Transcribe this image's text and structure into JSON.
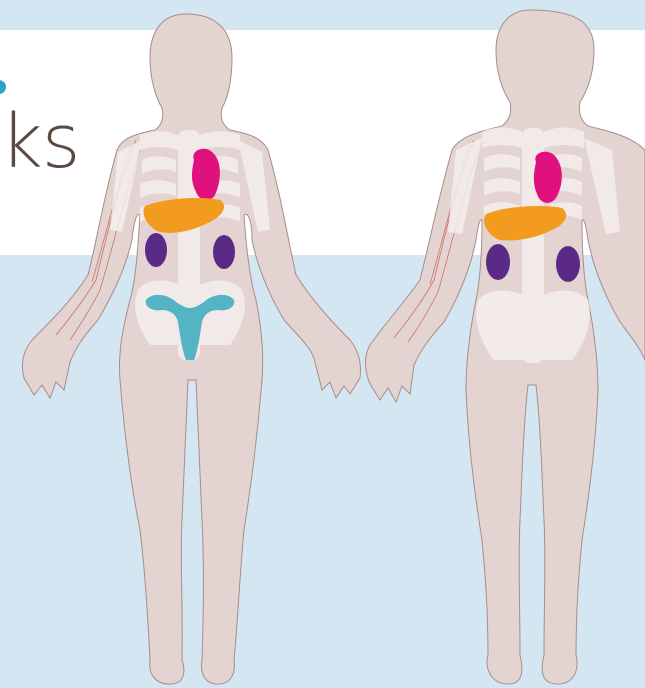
{
  "header": {
    "headline": "ks"
  },
  "colors": {
    "background": "#d3e6f2",
    "panel": "#ffffff",
    "body": "#e4d4d1",
    "body_outline": "#a88c88",
    "bone": "#f4efee",
    "heart": "#e0117f",
    "liver": "#f39b1e",
    "kidney": "#5b2a86",
    "uterus": "#55b3c6",
    "nerve": "#c45a4b"
  },
  "figures": [
    {
      "name": "female-figure"
    },
    {
      "name": "male-figure"
    }
  ]
}
